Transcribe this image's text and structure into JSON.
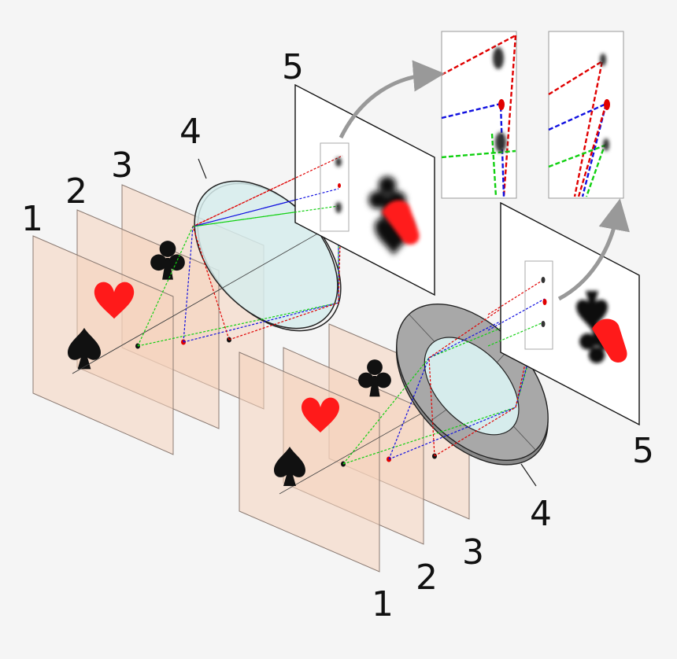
{
  "labels": {
    "top": {
      "planes": [
        "1",
        "2",
        "3"
      ],
      "lens": "4",
      "screen": "5"
    },
    "bottom": {
      "planes": [
        "1",
        "2",
        "3"
      ],
      "lens": "4",
      "screen": "5"
    }
  },
  "colors": {
    "plane": "#f4d2bb",
    "lens": "#d6ecec",
    "annular_stop": "#a8a8a8",
    "ray_red": "#e00000",
    "ray_blue": "#1010e0",
    "ray_green": "#10d010",
    "spade": "#111111",
    "heart": "#ff1a1a",
    "club": "#111111"
  },
  "icons": [
    "spade-icon",
    "heart-icon",
    "club-icon",
    "curved-arrow-icon"
  ]
}
